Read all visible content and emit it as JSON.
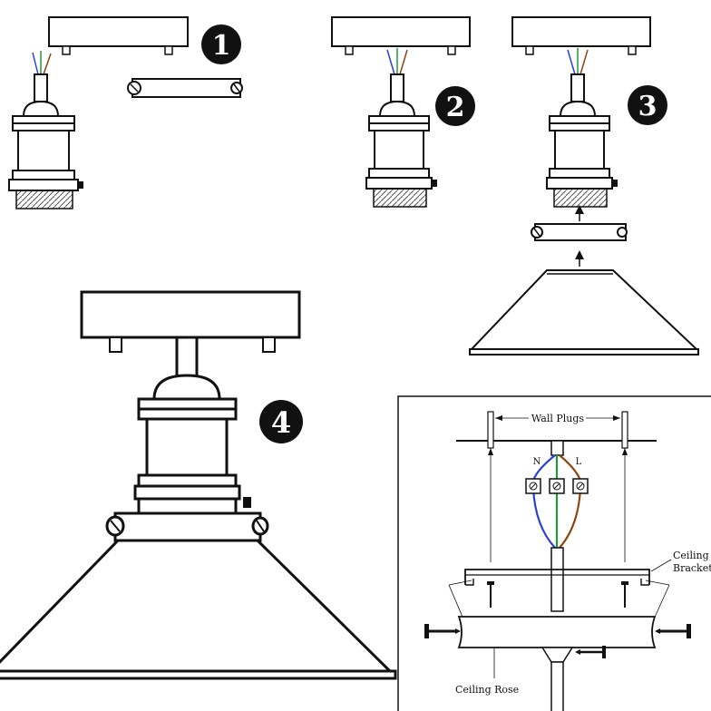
{
  "steps": {
    "one": "1",
    "two": "2",
    "three": "3",
    "four": "4"
  },
  "wiring": {
    "wall_plugs": "Wall Plugs",
    "neutral": "N",
    "live": "L",
    "ceiling_bracket_line1": "Ceiling",
    "ceiling_bracket_line2": "Bracket",
    "ceiling_rose": "Ceiling Rose"
  },
  "colors": {
    "line": "#111111",
    "wire_blue": "#2b3fd6",
    "wire_green": "#1e9a3a",
    "wire_brown": "#8b4513",
    "badge": "#111111"
  }
}
